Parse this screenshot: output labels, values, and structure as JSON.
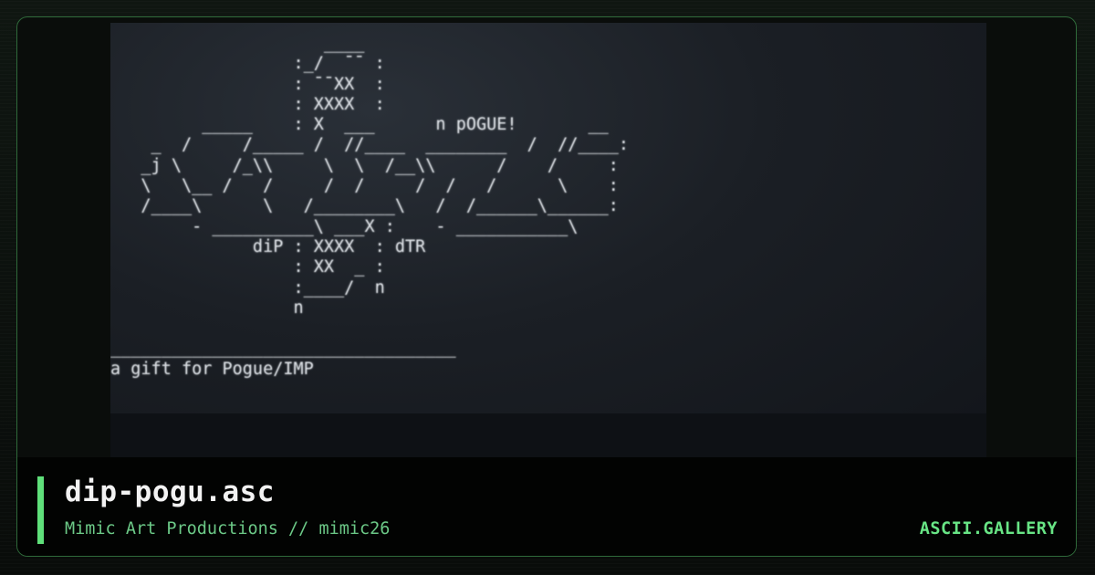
{
  "art": {
    "text": "                     ____\n                  :_/  ¯¯ :\n                  : ¯¯XX  :\n                  : XXXX  :\n         _____    : X  ___      n pOGUE!       __\n    _  /     /_____ /  //____  ________  /  //____:\n   _j \\     /_\\\\     \\  \\  /__\\\\      /    /     :\n   \\   \\__ /   /     /  /     /  /   /      \\    :\n   /____\\      \\   /________\\   /  /______\\______:\n        - __________\\ ___X :    - ___________\\\n              diP : XXXX  : dTR\n                  : XX  _ :\n                  :____/  n\n                  n\n\n__________________________________\na gift for Pogue/IMP"
  },
  "caption": {
    "title": "dip-pogu.asc",
    "subtitle": "Mimic Art Productions // mimic26",
    "brand": "ASCII.GALLERY"
  },
  "colors": {
    "accent": "#5fe07a",
    "brand": "#68e585",
    "subtitle": "#6cc987",
    "frame_border": "#2f6a3a"
  }
}
